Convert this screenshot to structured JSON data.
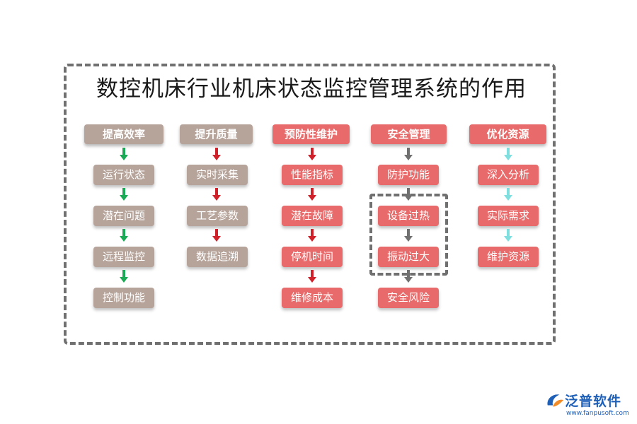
{
  "title": "数控机床行业机床状态监控管理系统的作用",
  "columns": [
    {
      "header": "提高效率",
      "items": [
        "运行状态",
        "潜在问题",
        "远程监控",
        "控制功能"
      ],
      "arrow_color": "#1aaa55"
    },
    {
      "header": "提升质量",
      "items": [
        "实时采集",
        "工艺参数",
        "数据追溯"
      ],
      "arrow_color": "#d0202a"
    },
    {
      "header": "预防性维护",
      "items": [
        "性能指标",
        "潜在故障",
        "停机时间",
        "维修成本"
      ],
      "arrow_color": "#d0202a"
    },
    {
      "header": "安全管理",
      "items": [
        "防护功能",
        "设备过热",
        "振动过大",
        "安全风险"
      ],
      "arrow_color": "#707070"
    },
    {
      "header": "优化资源",
      "items": [
        "深入分析",
        "实际需求",
        "维护资源"
      ],
      "arrow_color": "#7fdede"
    }
  ],
  "colors": {
    "brown": "#b6a39a",
    "red": "#e86a6a",
    "logo_blue": "#1e5fb8"
  },
  "logo": {
    "name": "泛普软件",
    "url": "www.fanpusoft.com",
    "icon": "fanpu-logo-icon"
  }
}
